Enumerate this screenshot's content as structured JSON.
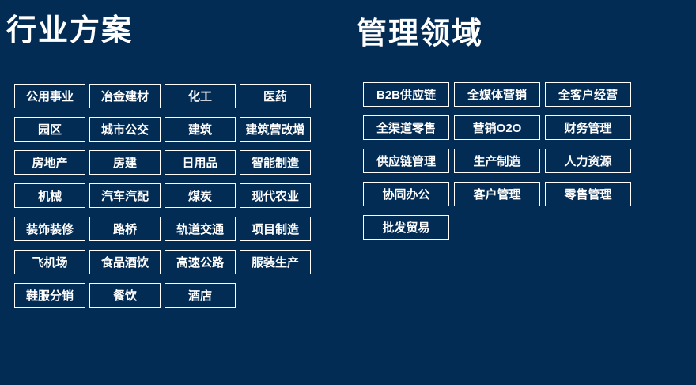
{
  "page": {
    "background_color": "#032c55",
    "border_color": "#ffffff",
    "text_color": "#ffffff"
  },
  "industry_section": {
    "title": "行业方案",
    "items": [
      "公用事业",
      "冶金建材",
      "化工",
      "医药",
      "园区",
      "城市公交",
      "建筑",
      "建筑营改增",
      "房地产",
      "房建",
      "日用品",
      "智能制造",
      "机械",
      "汽车汽配",
      "煤炭",
      "现代农业",
      "装饰装修",
      "路桥",
      "轨道交通",
      "项目制造",
      "飞机场",
      "食品酒饮",
      "高速公路",
      "服装生产",
      "鞋服分销",
      "餐饮",
      "酒店"
    ]
  },
  "management_section": {
    "title": "管理领域",
    "items": [
      "B2B供应链",
      "全媒体营销",
      "全客户经营",
      "全渠道零售",
      "营销O2O",
      "财务管理",
      "供应链管理",
      "生产制造",
      "人力资源",
      "协同办公",
      "客户管理",
      "零售管理",
      "批发贸易"
    ]
  }
}
